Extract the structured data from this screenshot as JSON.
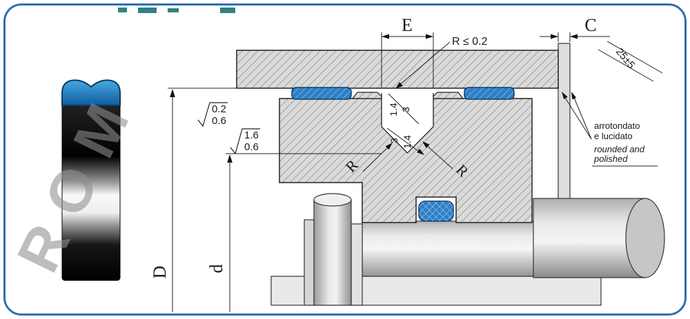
{
  "watermark": {
    "text": "ROM"
  },
  "drawing": {
    "dim_e": "E",
    "dim_c": "C",
    "radius_max": "R ≤ 0.2",
    "chamfer_angle": "25±5",
    "finish_top": {
      "line1": "0.2",
      "line2": "0.6"
    },
    "finish_groove": {
      "line1": "1.6",
      "line2": "0.6"
    },
    "groove_upper": {
      "a": "1.4",
      "b": "3"
    },
    "groove_lower": {
      "a": "3",
      "b": "1.4"
    },
    "radius_left": "R",
    "radius_right": "R",
    "dim_D": "D",
    "dim_d": "d",
    "note": {
      "it1": "arrotondato",
      "it2": "e lucidato",
      "en1": "rounded and",
      "en2": "polished"
    }
  },
  "colors": {
    "border_blue": "#2e6fb0",
    "seal_blue": "#2e7fc6",
    "seal_stroke": "#0d3c6b",
    "hatch_line": "#707070",
    "hatch_fill": "#dadada",
    "metal_light": "#e9e9e9",
    "watermark_gray": "#8f8f8f",
    "fragment_teal": "#0d6b74"
  }
}
